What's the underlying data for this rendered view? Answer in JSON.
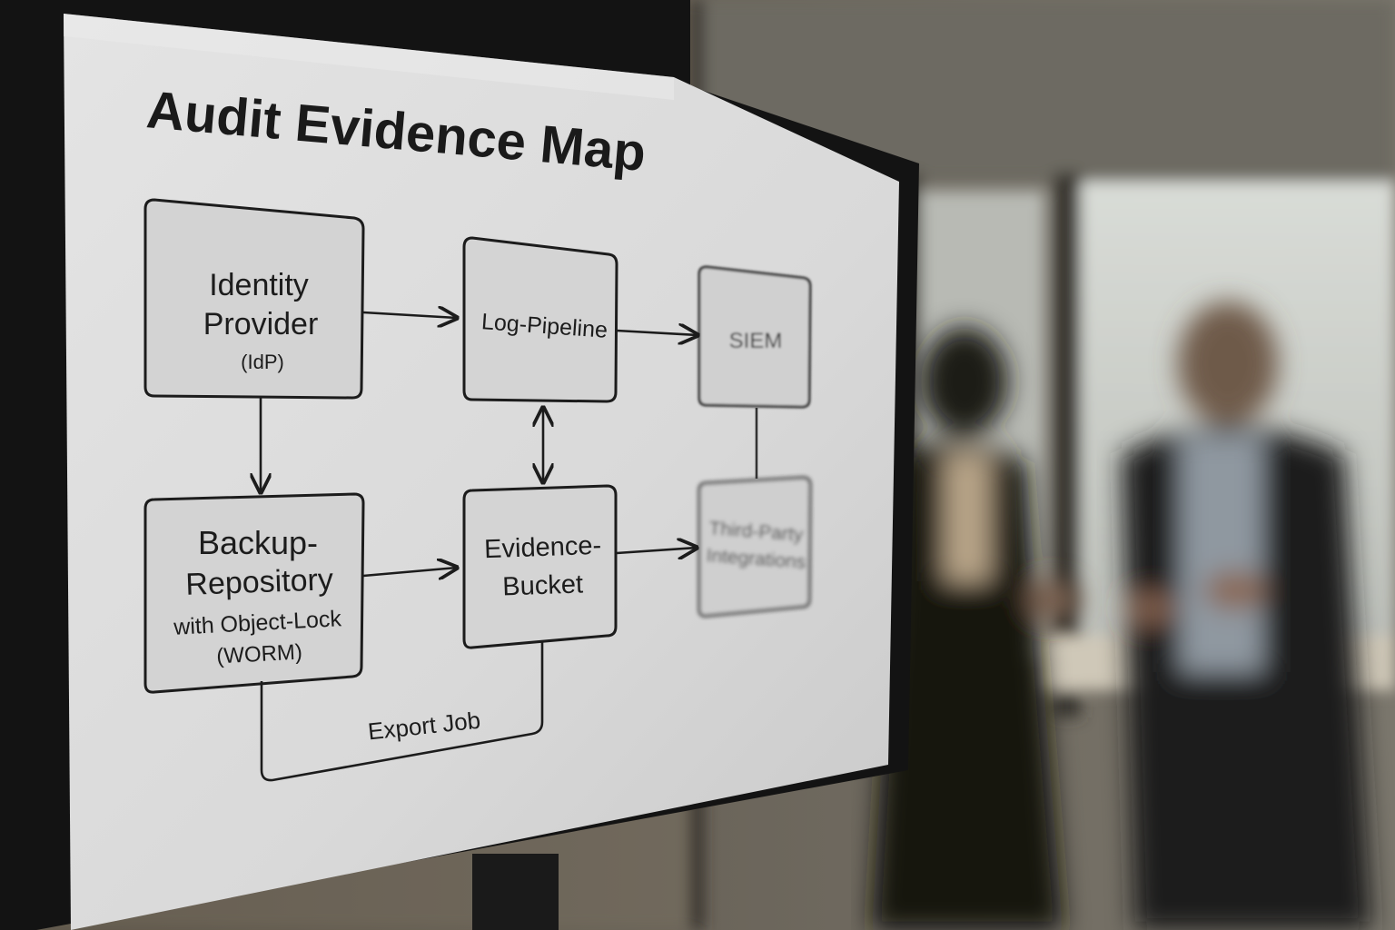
{
  "diagram": {
    "title": "Audit Evidence Map",
    "nodes": {
      "idp": {
        "line1": "Identity",
        "line2": "Provider",
        "line3": "(IdP)"
      },
      "log_pipeline": {
        "label": "Log-Pipeline"
      },
      "siem": {
        "label": "SIEM"
      },
      "backup": {
        "line1": "Backup-",
        "line2": "Repository",
        "line3": "with Object-Lock",
        "line4": "(WORM)"
      },
      "evidence_bucket": {
        "line1": "Evidence-",
        "line2": "Bucket"
      },
      "third_party": {
        "line1": "Third-Party",
        "line2": "Integrations"
      }
    },
    "edges": {
      "export_job": "Export Job"
    }
  },
  "colors": {
    "screen": "#dcdcdc",
    "bezel": "#151515",
    "ink": "#1c1c1c"
  }
}
